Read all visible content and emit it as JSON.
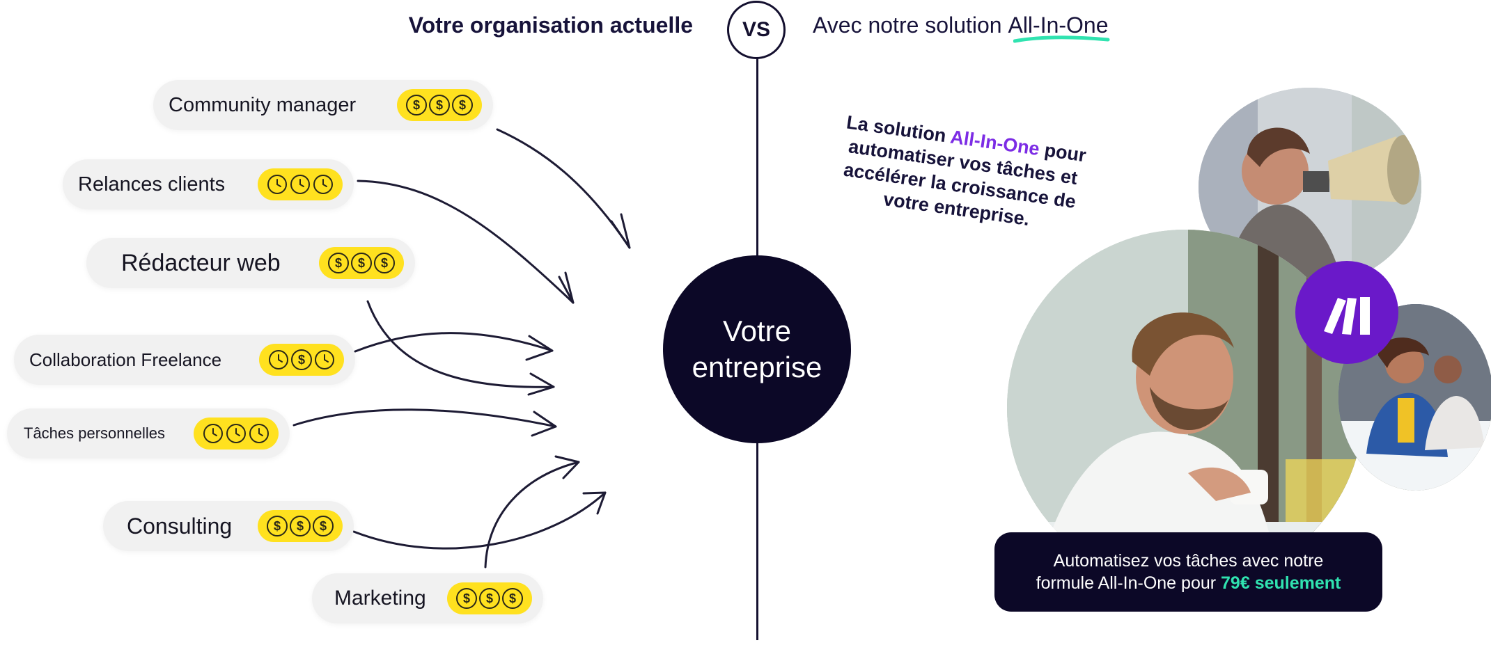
{
  "header": {
    "left_title": "Votre organisation actuelle",
    "vs_label": "VS",
    "right_prefix": "Avec notre solution ",
    "right_highlight": "All-In-One",
    "underline_color": "#30e3b0"
  },
  "center": {
    "line1": "Votre",
    "line2": "entreprise"
  },
  "pills": [
    {
      "label": "Community manager",
      "icons": [
        "dollar-icon",
        "dollar-icon",
        "dollar-icon"
      ]
    },
    {
      "label": "Relances clients",
      "icons": [
        "clock-icon",
        "clock-icon",
        "clock-icon"
      ]
    },
    {
      "label": "Rédacteur web",
      "icons": [
        "dollar-icon",
        "dollar-icon",
        "dollar-icon"
      ]
    },
    {
      "label": "Collaboration Freelance",
      "icons": [
        "clock-icon",
        "dollar-icon",
        "clock-icon"
      ]
    },
    {
      "label": "Tâches personnelles",
      "icons": [
        "clock-icon",
        "clock-icon",
        "clock-icon"
      ]
    },
    {
      "label": "Consulting",
      "icons": [
        "dollar-icon",
        "dollar-icon",
        "dollar-icon"
      ]
    },
    {
      "label": "Marketing",
      "icons": [
        "dollar-icon",
        "dollar-icon",
        "dollar-icon"
      ]
    }
  ],
  "solution_text": {
    "before": "La solution ",
    "accent": "All-In-One",
    "after": " pour automatiser vos tâches et accélérer la croissance de votre entreprise."
  },
  "price_box": {
    "line1": "Automatisez vos tâches avec notre",
    "line2_prefix": "formule All-In-One pour ",
    "line2_accent": "79€ seulement"
  },
  "brand": {
    "accent_purple": "#7c2ce5",
    "badge_purple": "#6a19c9",
    "dark_navy": "#0c0827",
    "yellow": "#ffe11f",
    "mint": "#30e3b0"
  }
}
